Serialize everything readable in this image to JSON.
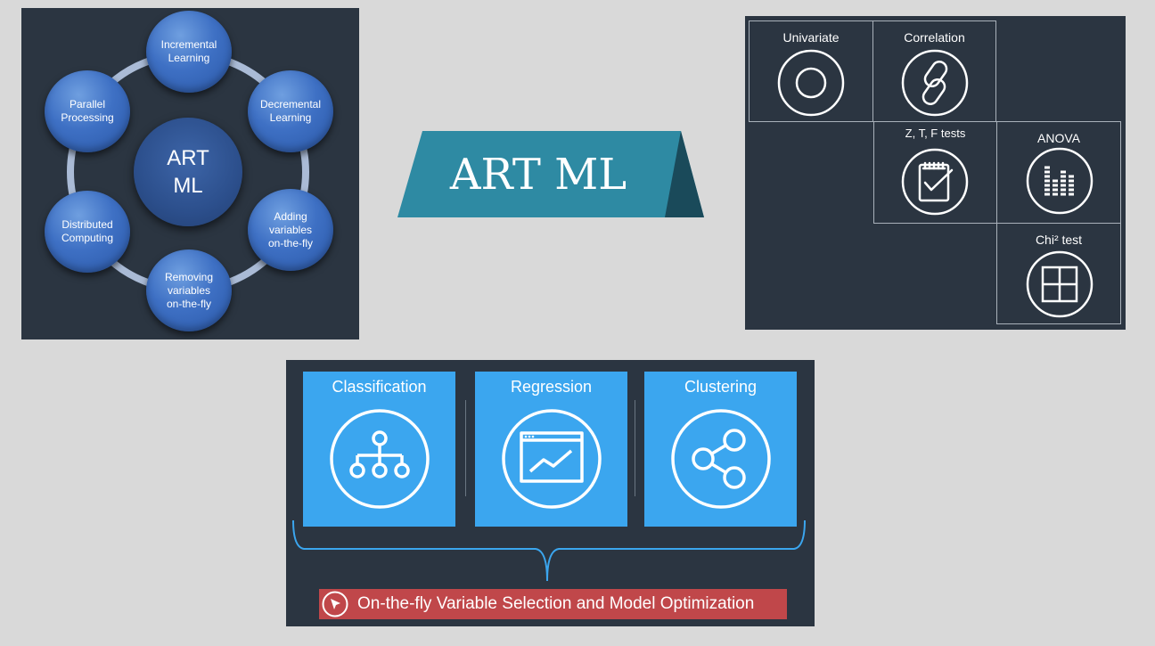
{
  "wheel": {
    "center": "ART\nML",
    "nodes": [
      {
        "label": "Incremental\nLearning"
      },
      {
        "label": "Decremental\nLearning"
      },
      {
        "label": "Adding\nvariables\non-the-fly"
      },
      {
        "label": "Removing\nvariables\non-the-fly"
      },
      {
        "label": "Distributed\nComputing"
      },
      {
        "label": "Parallel\nProcessing"
      }
    ]
  },
  "banner": {
    "title": "ART ML"
  },
  "tests": {
    "univariate": "Univariate",
    "correlation": "Correlation",
    "ztf": "Z, T, F tests",
    "anova": "ANOVA",
    "chi": "Chi² test",
    "icons": [
      "circle-icon",
      "chain-link-icon",
      "checklist-icon",
      "bar-equalizer-icon",
      "grid-icon"
    ]
  },
  "models": {
    "cards": [
      {
        "label": "Classification",
        "icon": "hierarchy-tree-icon"
      },
      {
        "label": "Regression",
        "icon": "line-chart-window-icon"
      },
      {
        "label": "Clustering",
        "icon": "share-nodes-icon"
      }
    ],
    "cta": "On-the-fly Variable Selection and Model Optimization",
    "cta_icon": "cursor-arrow-icon"
  },
  "colors": {
    "background": "#d9d9d9",
    "panel": "#2b3541",
    "node_blue": "#3e70c4",
    "card_blue": "#3ba6ef",
    "banner_teal": "#2e8aa3",
    "banner_dark": "#1a4a5a",
    "cta_red": "#c0474a"
  }
}
